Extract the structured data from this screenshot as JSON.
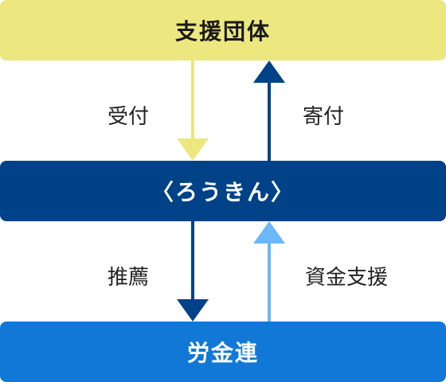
{
  "nodes": {
    "top": "支援団体",
    "middle": "〈ろうきん〉",
    "bottom": "労金連"
  },
  "edges": {
    "top_to_middle": "受付",
    "middle_to_top": "寄付",
    "middle_to_bottom": "推薦",
    "bottom_to_middle": "資金支援"
  },
  "colors": {
    "top_box": "#ede780",
    "middle_box": "#004287",
    "bottom_box": "#1278d8",
    "arrow_yellow": "#ede780",
    "arrow_navy": "#004287",
    "arrow_light_blue": "#6ab8f7"
  }
}
